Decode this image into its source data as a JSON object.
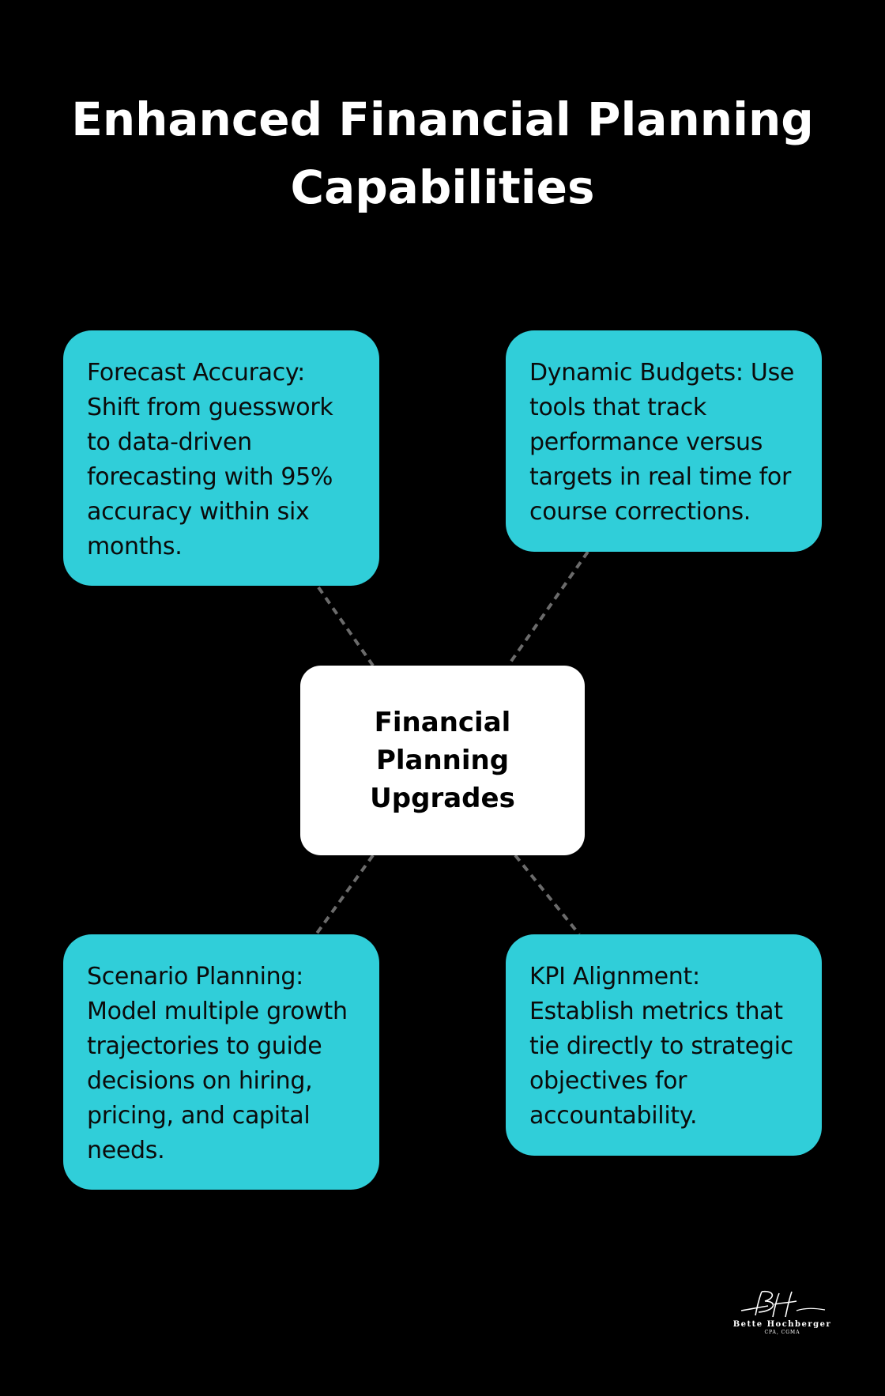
{
  "title": "Enhanced Financial Planning Capabilities",
  "center": {
    "label": "Financial Planning Upgrades"
  },
  "cards": [
    {
      "text": "Forecast Accuracy: Shift from guesswork to data-driven forecasting with 95% accuracy within six months."
    },
    {
      "text": "Dynamic Budgets: Use tools that track performance versus targets in real time for course corrections."
    },
    {
      "text": "Scenario Planning: Model multiple growth trajectories to guide decisions on hiring, pricing, and capital needs."
    },
    {
      "text": "KPI Alignment: Establish metrics that tie directly to strategic objectives for accountability."
    }
  ],
  "logo": {
    "monogram": "BH",
    "name": "Bette Hochberger",
    "credentials": "CPA, CGMA"
  },
  "colors": {
    "background": "#000000",
    "card": "#30ced9",
    "center_box": "#ffffff",
    "connector": "#6b6b6b",
    "title": "#ffffff"
  }
}
